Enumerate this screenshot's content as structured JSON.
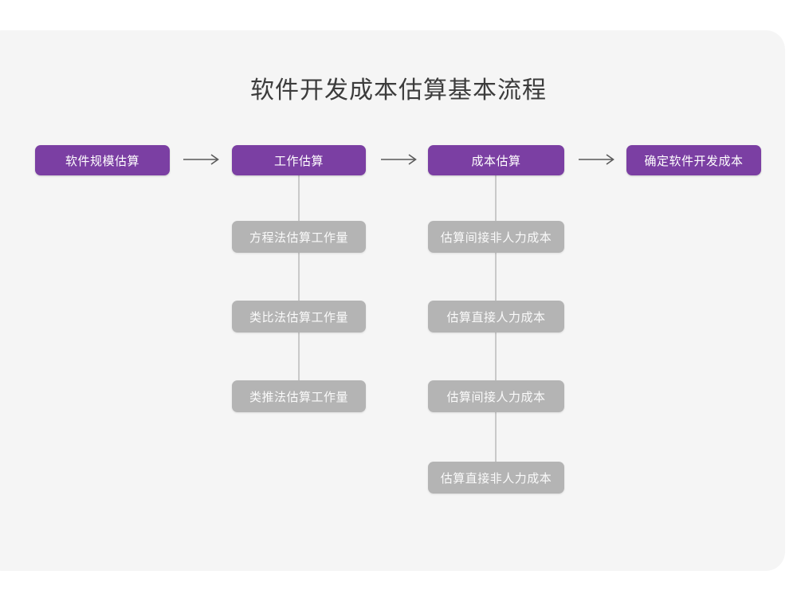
{
  "page": {
    "background": "#ffffff",
    "card_background": "#f5f5f5",
    "accent_color": "#7b3fa3",
    "secondary_color": "#b4b4b4",
    "connector_color": "#c9c9c9",
    "title": "软件开发成本估算基本流程"
  },
  "flow": {
    "main_steps": [
      {
        "label": "软件规模估算"
      },
      {
        "label": "工作估算"
      },
      {
        "label": "成本估算"
      },
      {
        "label": "确定软件开发成本"
      }
    ],
    "arrows": [
      {
        "name": "arrow-1",
        "glyph": "→"
      },
      {
        "name": "arrow-2",
        "glyph": "→"
      },
      {
        "name": "arrow-3",
        "glyph": "→"
      }
    ],
    "effort_branch": {
      "parent": "工作估算",
      "items": [
        {
          "label": "方程法估算工作量"
        },
        {
          "label": "类比法估算工作量"
        },
        {
          "label": "类推法估算工作量"
        }
      ]
    },
    "cost_branch": {
      "parent": "成本估算",
      "items": [
        {
          "label": "估算间接非人力成本"
        },
        {
          "label": "估算直接人力成本"
        },
        {
          "label": "估算间接人力成本"
        },
        {
          "label": "估算直接非人力成本"
        }
      ]
    }
  }
}
